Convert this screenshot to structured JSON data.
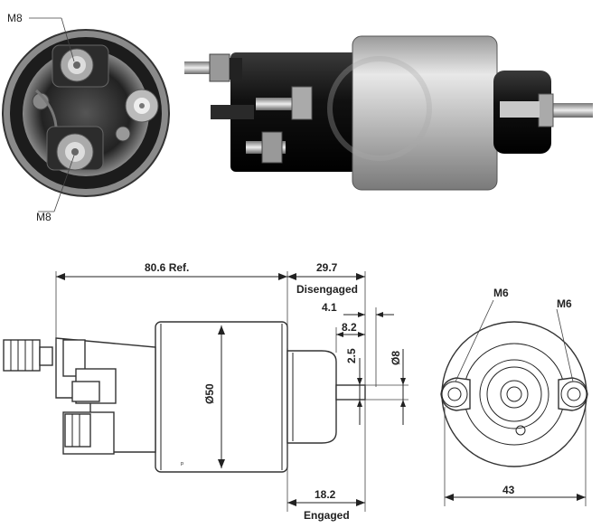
{
  "photo_labels": {
    "m8_top": "M8",
    "m8_bottom": "M8"
  },
  "side_view": {
    "length_ref": "80.6 Ref.",
    "disengaged_dim": "29.7",
    "disengaged_label": "Disengaged",
    "dim_4_1": "4.1",
    "dim_8_2": "8.2",
    "dim_2_5": "2.5",
    "dim_o8": "Ø8",
    "body_diameter": "Ø50",
    "engaged_dim": "18.2",
    "engaged_label": "Engaged"
  },
  "end_view": {
    "thread_left": "M6",
    "thread_right": "M6",
    "hole_spacing": "43"
  },
  "colors": {
    "drawing_line": "#222222",
    "photo_body_silver": "#c8c8c8",
    "photo_black": "#1a1a1a"
  }
}
